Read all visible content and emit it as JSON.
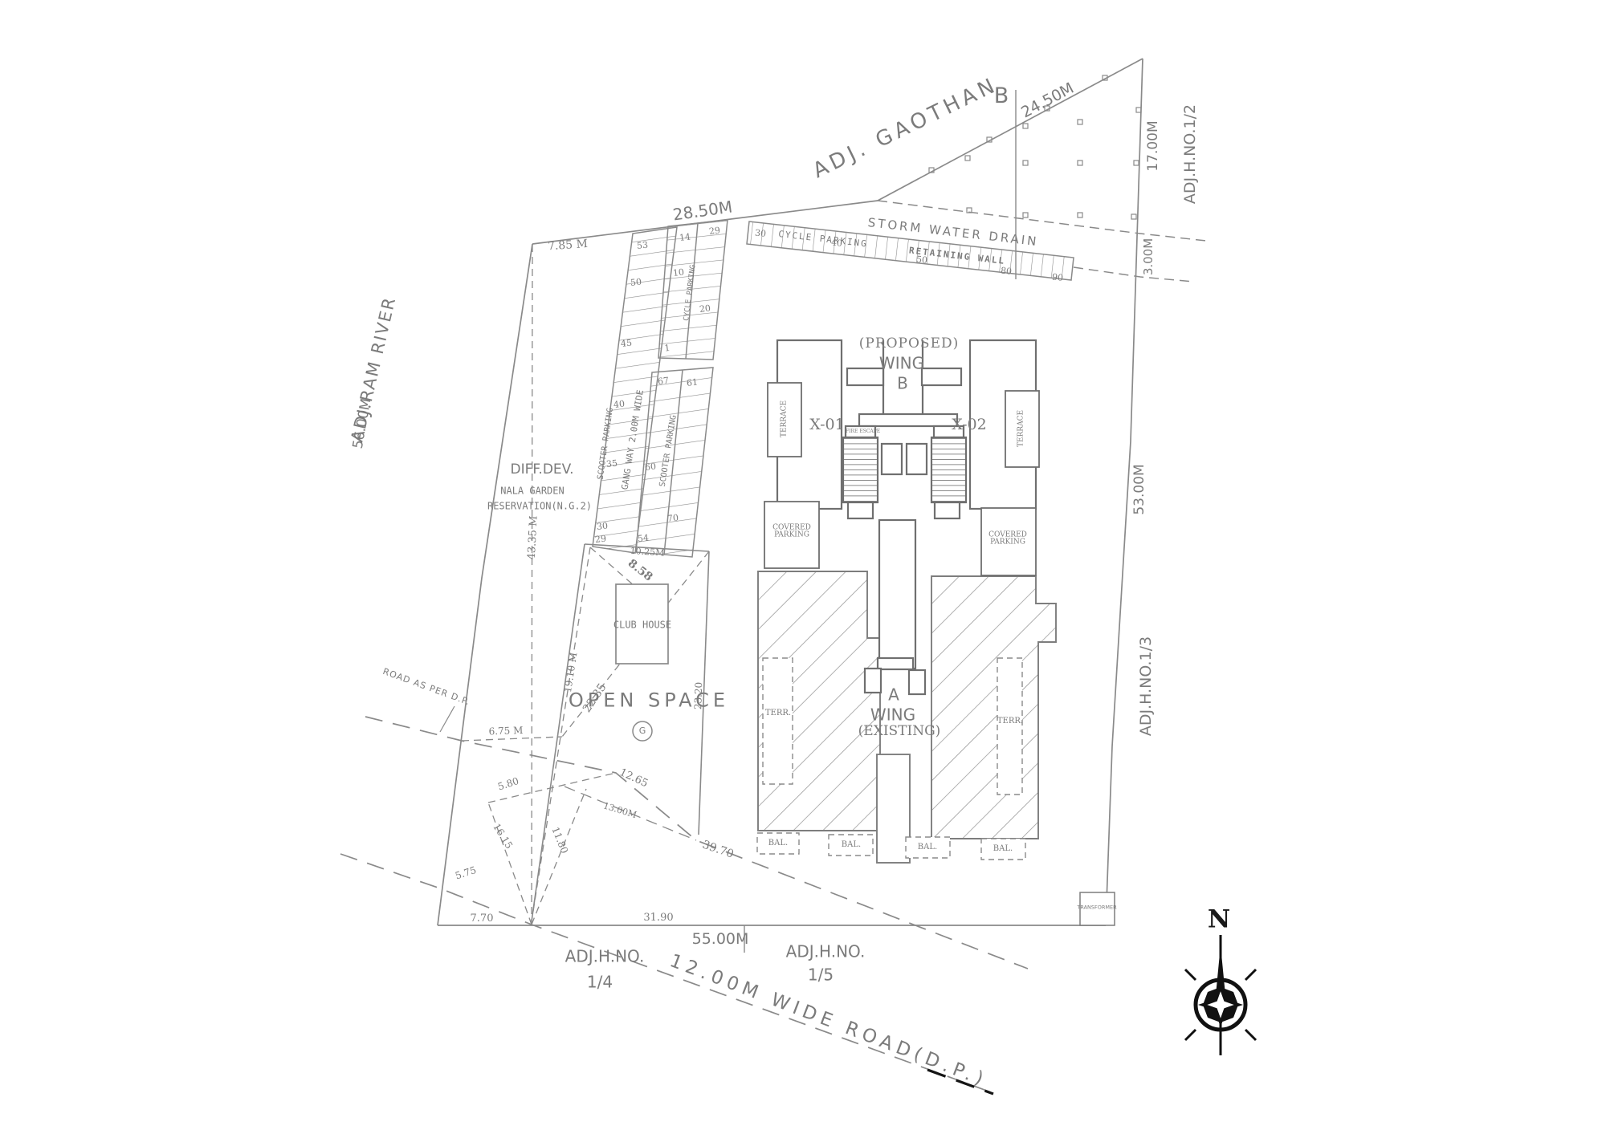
{
  "adjacents": {
    "gaothan": "ADJ. GAOTHAN",
    "h_no_1_2": "ADJ.H.NO.1/2",
    "h_no_1_3": "ADJ.H.NO.1/3",
    "h_no_1_4_line1": "ADJ.H.NO.",
    "h_no_1_4_line2": "1/4",
    "h_no_1_5_line1": "ADJ.H.NO.",
    "h_no_1_5_line2": "1/5",
    "ram_river": "ADJ.RAM RIVER",
    "b_marker": "B"
  },
  "dims": {
    "m28_50": "28.50M",
    "m24_50": "24.50M",
    "m17_00": "17.00M",
    "m3_00": "3.00M",
    "m7_85": "7.85 M",
    "m56_00": "56.00M",
    "m43_35": "43.35 M",
    "m53_00": "53.00M",
    "m55_00": "55.00M",
    "m10_25": "10.25M",
    "m19_10": "19.10 M",
    "m22_35": "22.35",
    "m23_20": "23.20",
    "m8_58": "8.58",
    "m6_75": "6.75 M",
    "m5_80": "5.80",
    "m16_15": "16.15",
    "m11_80": "11.80",
    "m5_75": "5.75",
    "m7_70": "7.70",
    "m31_90": "31.90",
    "m12_65": "12.65",
    "m13_00": "13.00M",
    "m39_70": "39.70"
  },
  "features": {
    "storm_water_drain": "STORM WATER DRAIN",
    "retaining_wall": "RETAINING WALL",
    "diff_dev": "DIFF.DEV.",
    "nala_garden": "NALA GARDEN",
    "reservation": "RESERVATION(N.G.2)",
    "open_space": "OPEN SPACE",
    "g_symbol": "G",
    "club_house": "CLUB HOUSE",
    "road_as_per_dp": "ROAD AS PER D.P.",
    "wide_road": "12.00M WIDE ROAD(D.P.)",
    "transformer": "TRANSFORMER"
  },
  "parking": {
    "scooter_label": "SCOOTER PARKING",
    "gangway_label": "GANG WAY 2.00M WIDE",
    "cycle_label": "CYCLE PARKING",
    "left_strip_numbers": [
      "53",
      "50",
      "45",
      "40",
      "35",
      "30",
      "29"
    ],
    "mid_strip_numbers": [
      "67",
      "61",
      "60",
      "70",
      "54"
    ],
    "block_numbers": [
      "14",
      "29",
      "10",
      "20",
      "1"
    ],
    "long_strip_numbers": [
      "30",
      "40",
      "50",
      "80",
      "90"
    ]
  },
  "wing_b": {
    "proposed": "(PROPOSED)",
    "wing": "WING",
    "b": "B",
    "x01": "X-01",
    "x02": "X-02",
    "terrace": "TERRACE",
    "covered_parking": "COVERED PARKING",
    "fire_escape": "FIRE ESCAPE"
  },
  "wing_a": {
    "a": "A",
    "wing": "WING",
    "existing": "(EXISTING)",
    "terr": "TERR.",
    "bal": "BAL."
  },
  "compass": {
    "north": "N"
  }
}
